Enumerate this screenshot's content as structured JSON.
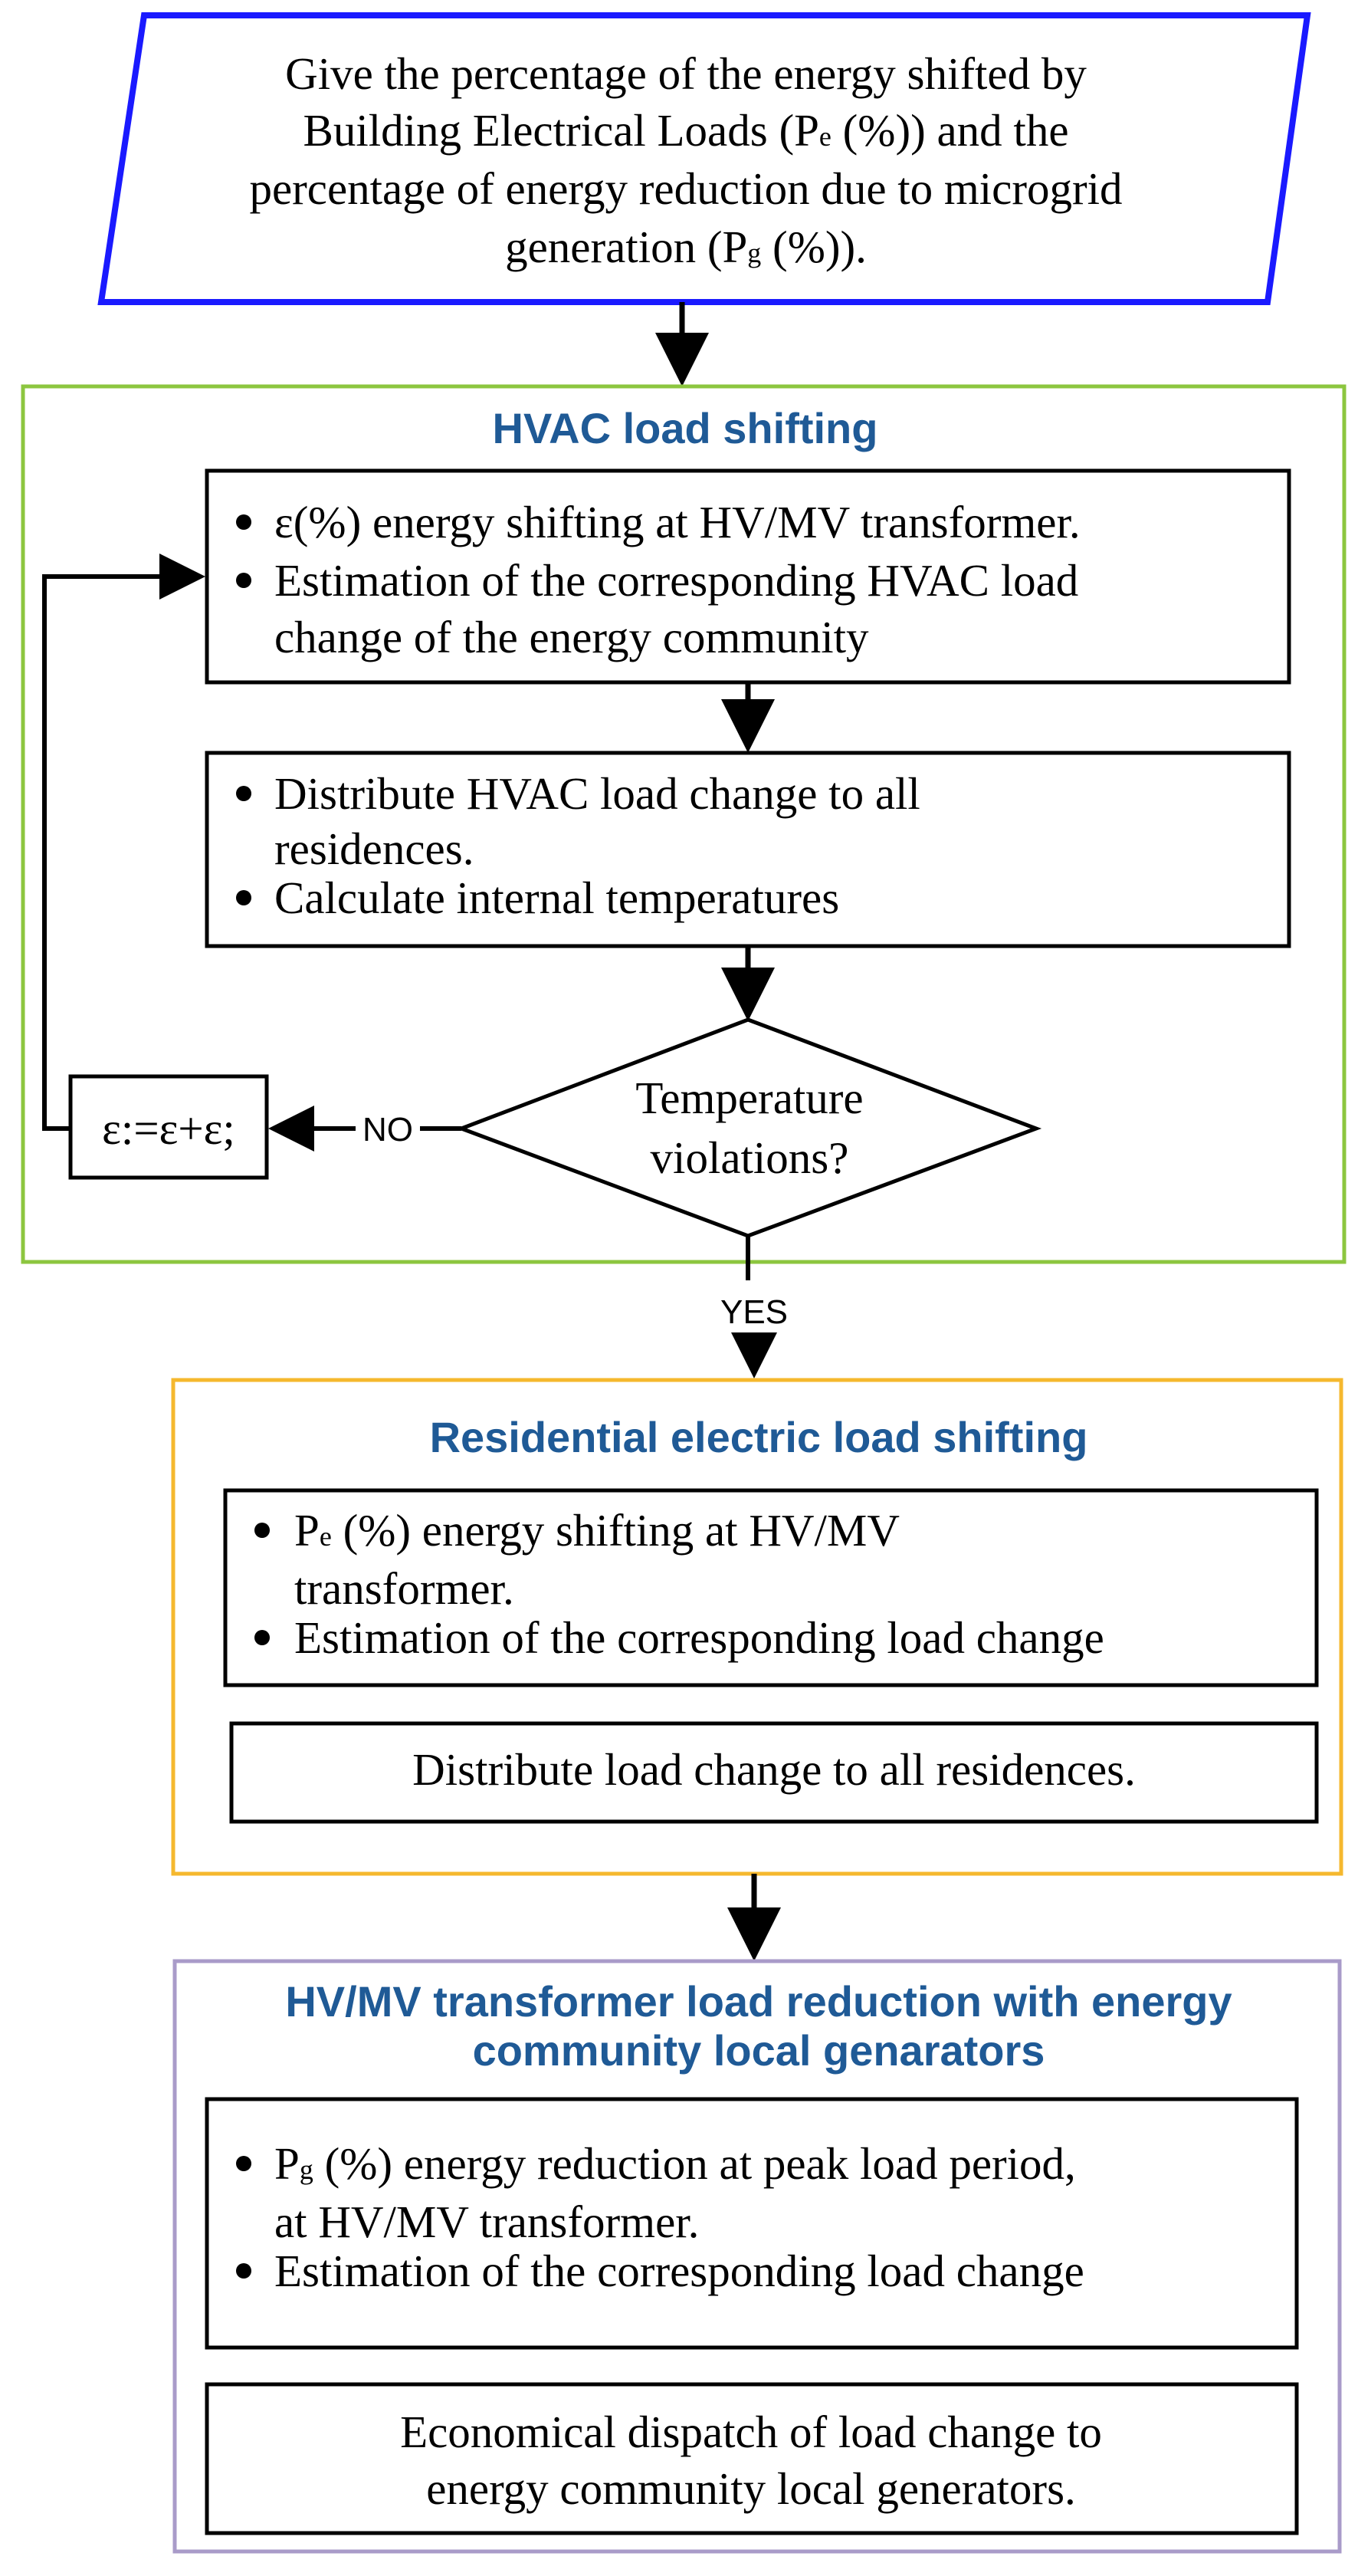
{
  "input": {
    "line1": "Give the percentage of the energy shifted by",
    "line2_a": "Building Electrical Loads (P",
    "line2_sub": "e",
    "line2_b": " (%)) and the",
    "line3": "percentage of energy reduction due to microgrid",
    "line4_a": "generation (P",
    "line4_sub": "g",
    "line4_b": " (%)).",
    "border_color": "#1a1aff"
  },
  "hvac": {
    "title": "HVAC load shifting",
    "border_color": "#8cc63f",
    "box1": {
      "b1": "ε(%) energy shifting at HV/MV transformer.",
      "b2_l1": "Estimation of the corresponding  HVAC load",
      "b2_l2": "change of the energy community"
    },
    "box2": {
      "b1_l1": "Distribute  HVAC load change to all",
      "b1_l2": "residences.",
      "b2": "Calculate internal temperatures"
    },
    "decision": {
      "l1": "Temperature",
      "l2": "violations?"
    },
    "loop_box": "ε:=ε+ε;",
    "no_label": "NO",
    "yes_label": "YES"
  },
  "residential": {
    "title": "Residential electric load shifting",
    "border_color": "#f5b82e",
    "box1": {
      "b1_a": "P",
      "b1_sub": "e",
      "b1_b": " (%) energy shifting at HV/MV",
      "b1_l2": "transformer.",
      "b2": "Estimation of the corresponding  load change"
    },
    "box2": "Distribute load change to all residences."
  },
  "transformer": {
    "title_l1": "HV/MV transformer load reduction with energy",
    "title_l2": "community local genarators",
    "border_color": "#a99bc9",
    "box1": {
      "b1_a": "P",
      "b1_sub": "g",
      "b1_b": " (%) energy reduction at peak load period,",
      "b1_l2": "at HV/MV transformer.",
      "b2": "Estimation of the corresponding  load change"
    },
    "box2_l1": "Economical dispatch of  load change to",
    "box2_l2": "energy community local generators."
  }
}
